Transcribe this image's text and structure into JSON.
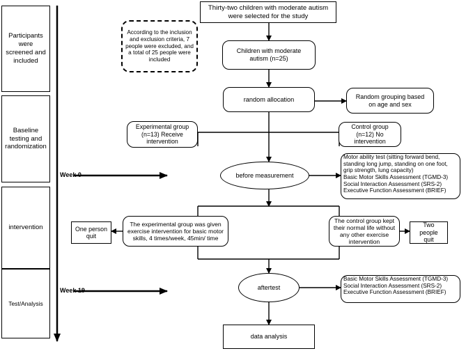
{
  "stages": {
    "participants": "Participants were screened and included",
    "baseline": "Baseline testing and randomization",
    "intervention": "intervention",
    "test": "Test/Analysis"
  },
  "weeks": {
    "week0": "Week 0",
    "week19": "Week 19"
  },
  "nodes": {
    "selected": "Thirty-two children with moderate autism were selected for the study",
    "criteria": "According to the inclusion and exclusion criteria, 7 people were excluded, and a total of 25 people were included",
    "moderate": "Children with moderate autism (n=25)",
    "allocation": "random allocation",
    "grouping": "Random grouping based on age and sex",
    "experimental": "Experimental group (n=13) Receive intervention",
    "control": "Control group (n=12) No intervention",
    "before": "before measurement",
    "before_tests": "Motor ability test (sitting forward bend, standing long jump, standing on one foot, grip strength, lung capacity) Basic Motor Skills Assessment (TGMD-3) Social Interaction Assessment (SRS-2) Executive Function Assessment (BRIEF)",
    "exp_intervention": "The experimental group was given exercise intervention for basic motor skills, 4 times/week, 45min/ time",
    "ctrl_intervention": "The control group kept their normal life without any other exercise intervention",
    "one_quit": "One person quit",
    "two_quit": "Two people quit",
    "after": "aftertest",
    "after_tests": "Basic Motor Skills Assessment (TGMD-3) Social Interaction Assessment (SRS-2) Executive Function Assessment (BRIEF)",
    "analysis": "data analysis"
  },
  "lines": {
    "before_tests": [
      "Motor ability test (sitting forward bend,",
      "standing long jump, standing on one foot,",
      "grip strength, lung capacity)",
      "Basic Motor Skills Assessment (TGMD-3)",
      "Social Interaction Assessment (SRS-2)",
      "Executive Function Assessment (BRIEF)"
    ],
    "after_tests": [
      "Basic Motor Skills Assessment (TGMD-3)",
      "Social Interaction Assessment (SRS-2)",
      "Executive Function Assessment (BRIEF)"
    ]
  }
}
